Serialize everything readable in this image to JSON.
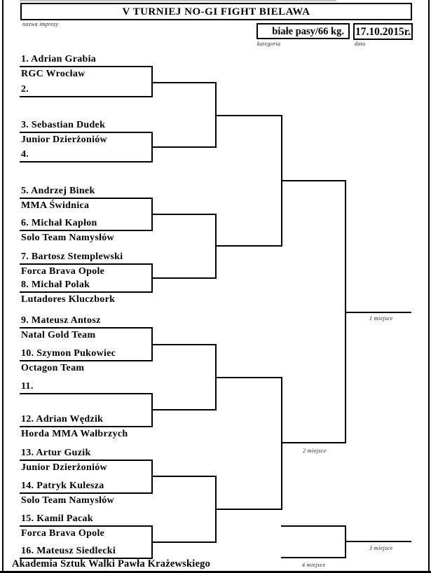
{
  "header": {
    "title": "V TURNIEJ NO-GI FIGHT BIELAWA",
    "title_label": "nazwa imprezy",
    "category": "białe pasy/66 kg.",
    "category_label": "kategoria",
    "date": "17.10.2015r.",
    "date_label": "data"
  },
  "bracket": {
    "entries": [
      {
        "name": "1. Adrian Grabia",
        "club": "RGC Wrocław"
      },
      {
        "name": "2.",
        "club": ""
      },
      {
        "name": "3. Sebastian Dudek",
        "club": "Junior Dzierżoniów"
      },
      {
        "name": "4.",
        "club": ""
      },
      {
        "name": "5. Andrzej Binek",
        "club": "MMA Świdnica"
      },
      {
        "name": "6. Michał Kapłon",
        "club": "Solo Team Namysłów"
      },
      {
        "name": "7. Bartosz Stemplewski",
        "club": "Forca Brava Opole"
      },
      {
        "name": "8. Michał Polak",
        "club": "Lutadores Kluczbork"
      },
      {
        "name": "9. Mateusz Antosz",
        "club": "Natal Gold Team"
      },
      {
        "name": "10. Szymon Pukowiec",
        "club": "Octagon Team"
      },
      {
        "name": "11.",
        "club": ""
      },
      {
        "name": "12. Adrian Wędzik",
        "club": "Horda MMA Wałbrzych"
      },
      {
        "name": "13. Artur Guzik",
        "club": "Junior Dzierżoniów"
      },
      {
        "name": "14. Patryk Kulesza",
        "club": "Solo Team Namysłów"
      },
      {
        "name": "15. Kamil Pacak",
        "club": "Forca Brava Opole"
      },
      {
        "name": "16. Mateusz Siedlecki",
        "club": ""
      }
    ],
    "places": [
      {
        "label": "1 miejsce"
      },
      {
        "label": "2 miejsce"
      },
      {
        "label": "3 miejsce"
      },
      {
        "label": "4 miejsce"
      }
    ]
  },
  "footer": {
    "organizer": "Akademia Sztuk Walki Pawła Krażewskiego"
  }
}
